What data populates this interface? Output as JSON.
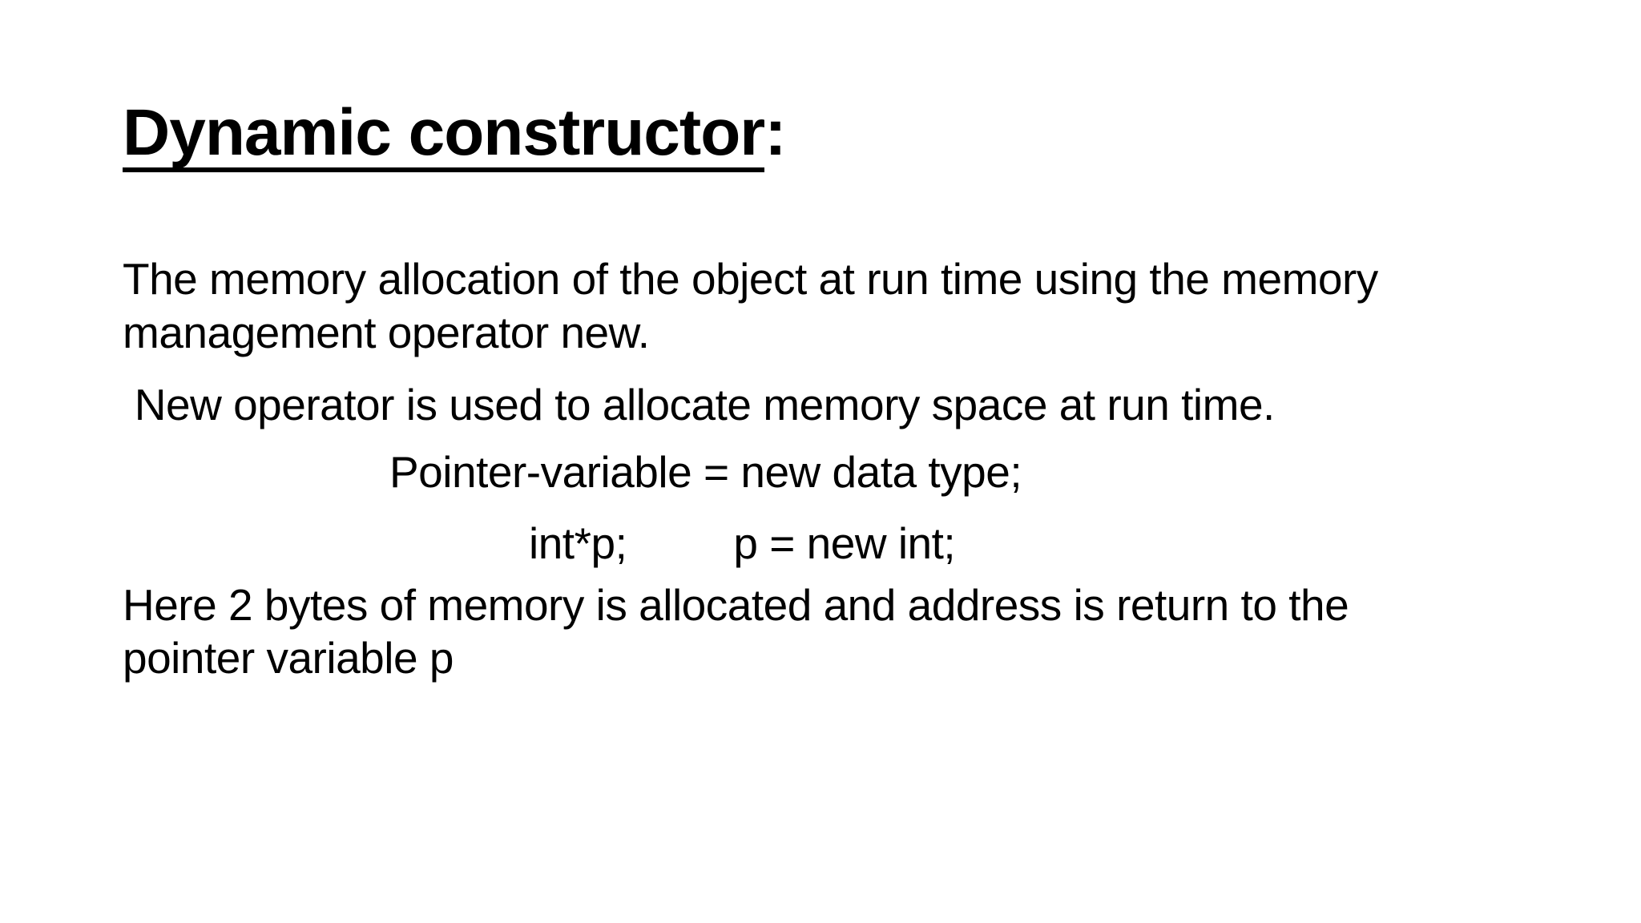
{
  "slide": {
    "colors": {
      "background": "#ffffff",
      "text": "#000000",
      "title_underline": "#000000"
    },
    "title": {
      "text": "Dynamic constructor",
      "colon": ":"
    },
    "body": {
      "lines": [
        "The memory allocation of the object at run time using the memory",
        "management operator new.",
        " New operator is used to allocate memory space at run time.",
        "Pointer-variable = new data type;",
        "int*p;         p = new int;",
        "Here 2 bytes of memory is allocated and address is return to the",
        "pointer variable p"
      ]
    }
  }
}
